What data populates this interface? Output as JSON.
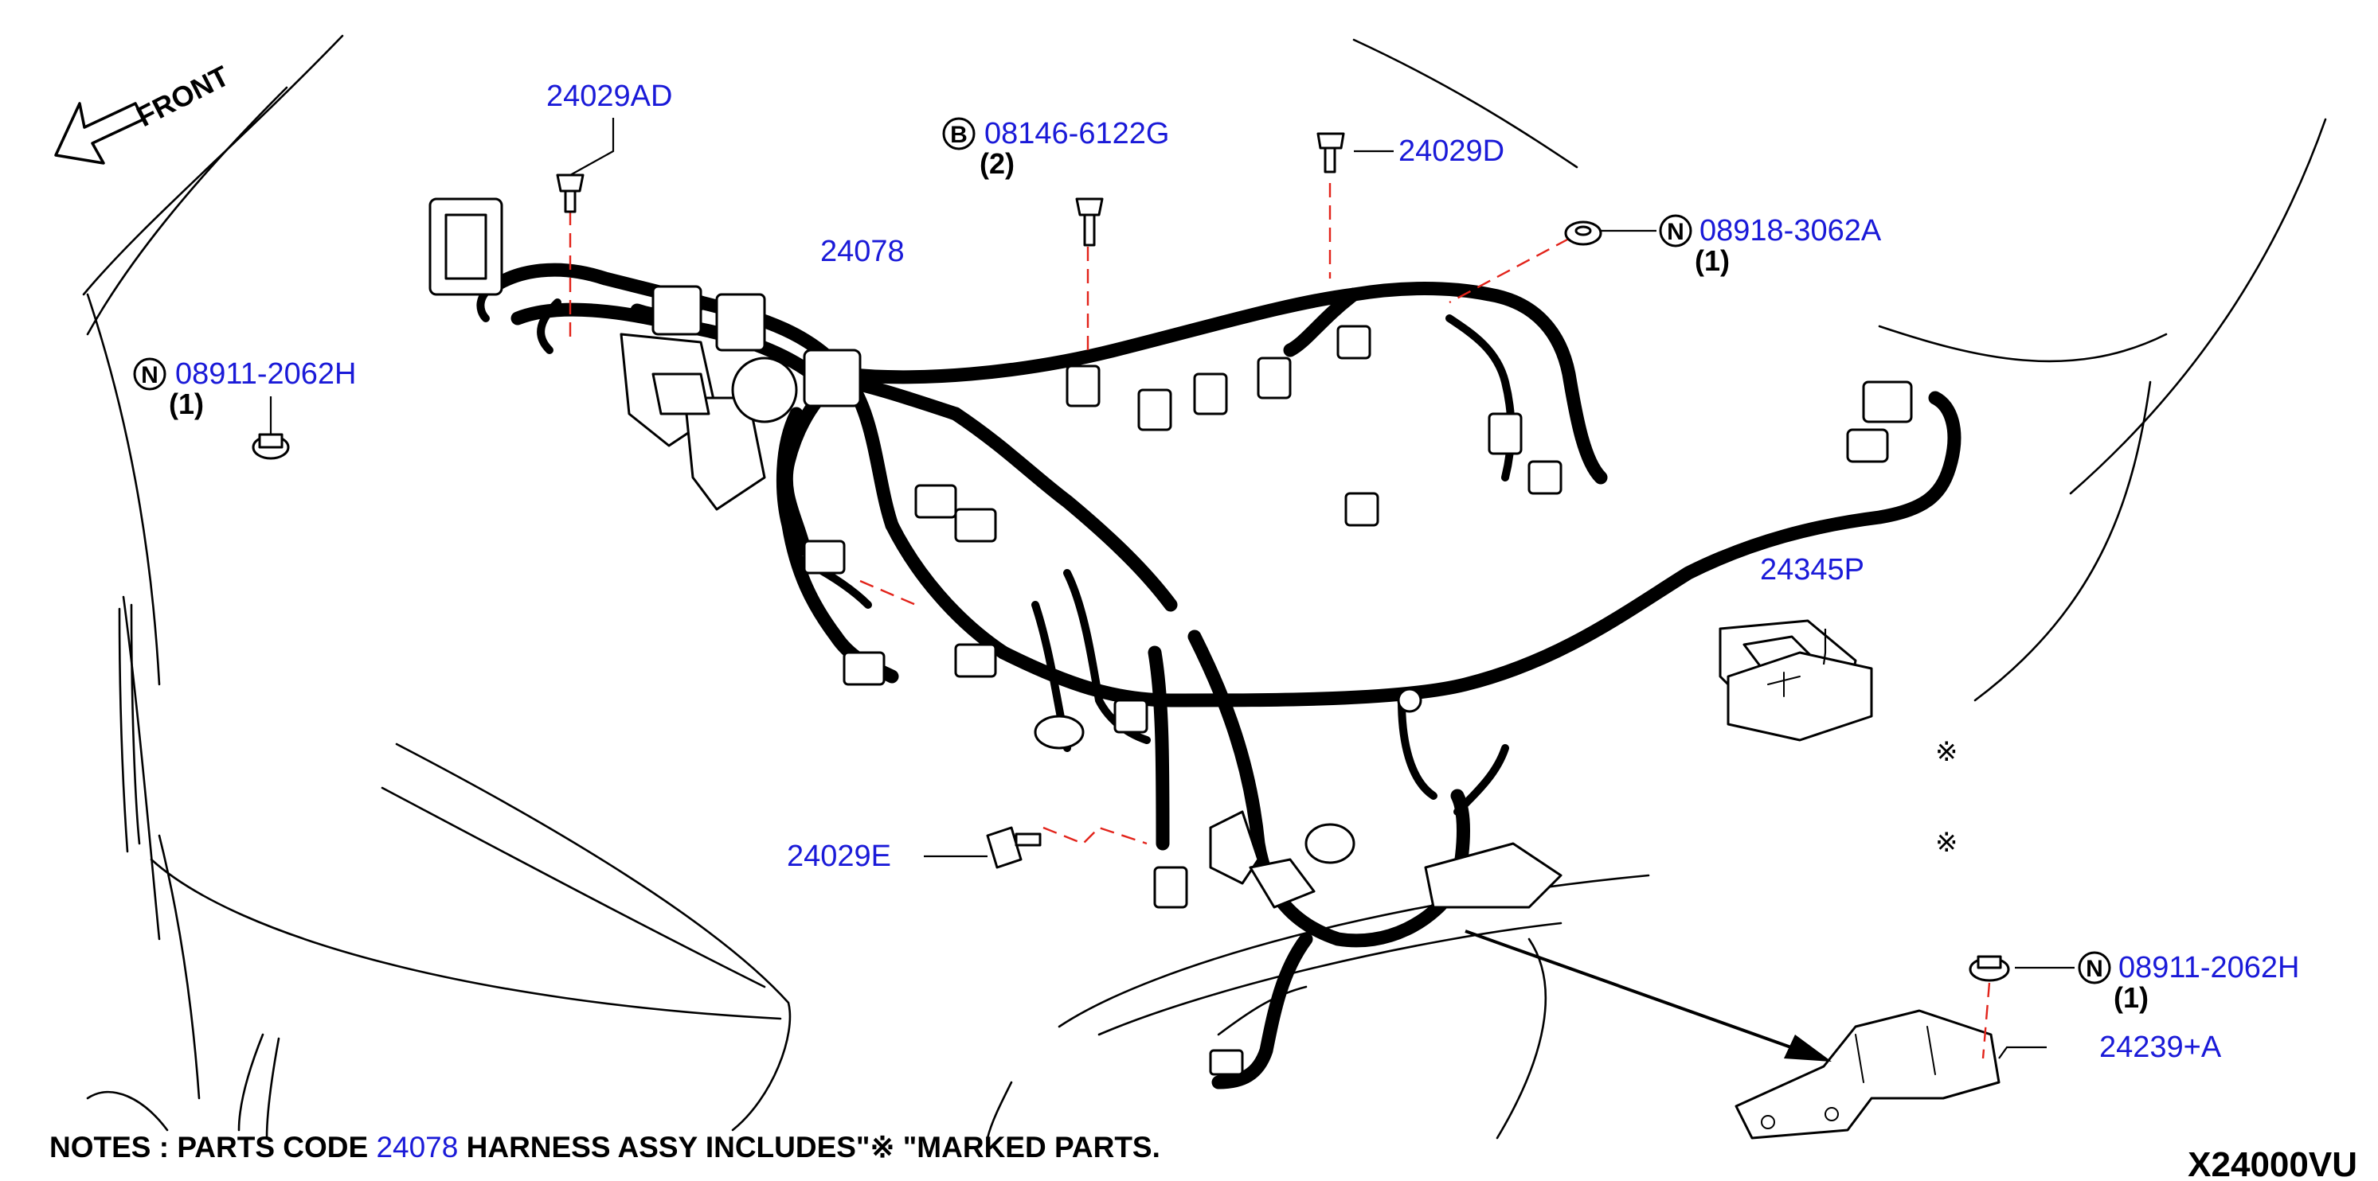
{
  "direction": {
    "label": "FRONT"
  },
  "callouts": {
    "c24029AD": {
      "part_no": "24029AD"
    },
    "c08146": {
      "prefix": "B",
      "part_no": "08146-6122G",
      "qty": "(2)"
    },
    "c24029D": {
      "part_no": "24029D"
    },
    "c08918": {
      "prefix": "N",
      "part_no": "08918-3062A",
      "qty": "(1)"
    },
    "c24078": {
      "part_no": "24078"
    },
    "c08911_left": {
      "prefix": "N",
      "part_no": "08911-2062H",
      "qty": "(1)"
    },
    "c24345P": {
      "part_no": "24345P"
    },
    "c24029E": {
      "part_no": "24029E"
    },
    "c08911_right": {
      "prefix": "N",
      "part_no": "08911-2062H",
      "qty": "(1)"
    },
    "c24239A": {
      "part_no": "24239+A"
    }
  },
  "marks": {
    "ref_mark": "※"
  },
  "notes": {
    "prefix": "NOTES : PARTS CODE ",
    "code": "24078",
    "suffix": " HARNESS ASSY INCLUDES\"※ \"MARKED PARTS."
  },
  "diagram_code": "X24000VU"
}
